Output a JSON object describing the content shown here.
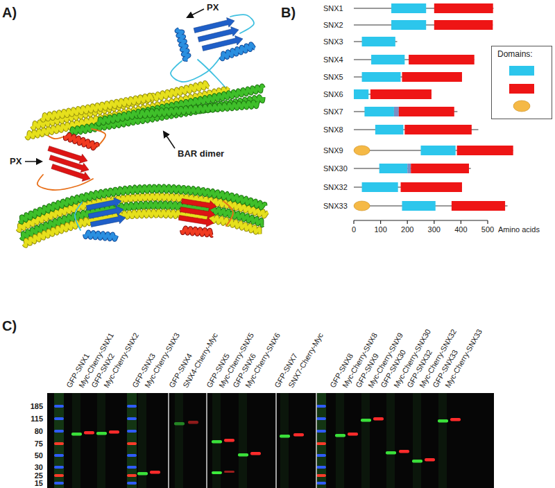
{
  "diagram": {
    "nodes": [
      {
        "text": [
          "Domains:"
        ]
      }
    ],
    "labels": [
      "A)",
      "PX",
      "BAR dimer",
      "PX",
      "B)",
      "SNX1",
      "SNX2",
      "SNX3",
      "SNX4",
      "SNX5",
      "SNX6",
      "SNX7",
      "SNX8",
      "SNX9",
      "SNX30",
      "SNX32",
      "SNX33",
      "0",
      "100",
      "200",
      "300",
      "400",
      "500",
      "Amino acids",
      "C)",
      "GFP-SNX1",
      "Myc-Cherry-SNX1",
      "GFP-SNX2",
      "Myc-Cherry-SNX2",
      "GFP-SNX3",
      "Myc-Cherry-SNX3",
      "GFP-SNX4",
      "SNX4-Cherry-Myc",
      "GFP-SNX5",
      "Myc-Cherry-SNX5",
      "GFP-SNX6",
      "Myc-Cherry-SNX6",
      "GFP-SNX7",
      "SNX7-Cherry-Myc",
      "GFP-SNX8",
      "Myc-Cherry-SNX8",
      "GFP-SNX9",
      "Myc-Cherry-SNX9",
      "GFP-SNX30",
      "Myc-Cherry-SNX30",
      "GFP-SNX32",
      "Myc-Cherry-SNX32",
      "GFP-SNX33",
      "Myc-Cherry-SNX33",
      "185",
      "115",
      "80",
      "75",
      "50",
      "30",
      "25",
      "15"
    ]
  }
}
